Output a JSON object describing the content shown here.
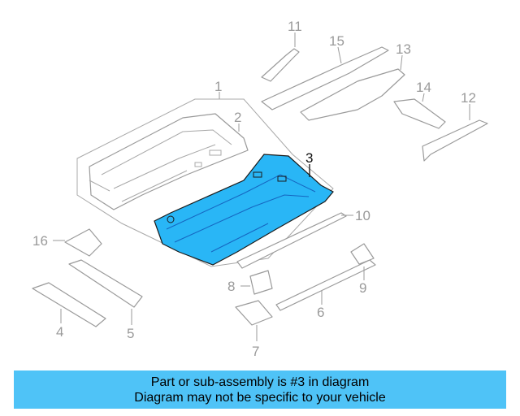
{
  "diagram": {
    "highlight_color": "#29b6f6",
    "line_color": "#9a9a9a",
    "callouts": [
      "1",
      "2",
      "3",
      "4",
      "5",
      "6",
      "7",
      "8",
      "9",
      "10",
      "11",
      "12",
      "13",
      "14",
      "15",
      "16"
    ]
  },
  "banner": {
    "line1": "Part or sub-assembly is #3 in diagram",
    "line2": "Diagram may not be specific to your vehicle",
    "background": "#4fc3f7"
  }
}
